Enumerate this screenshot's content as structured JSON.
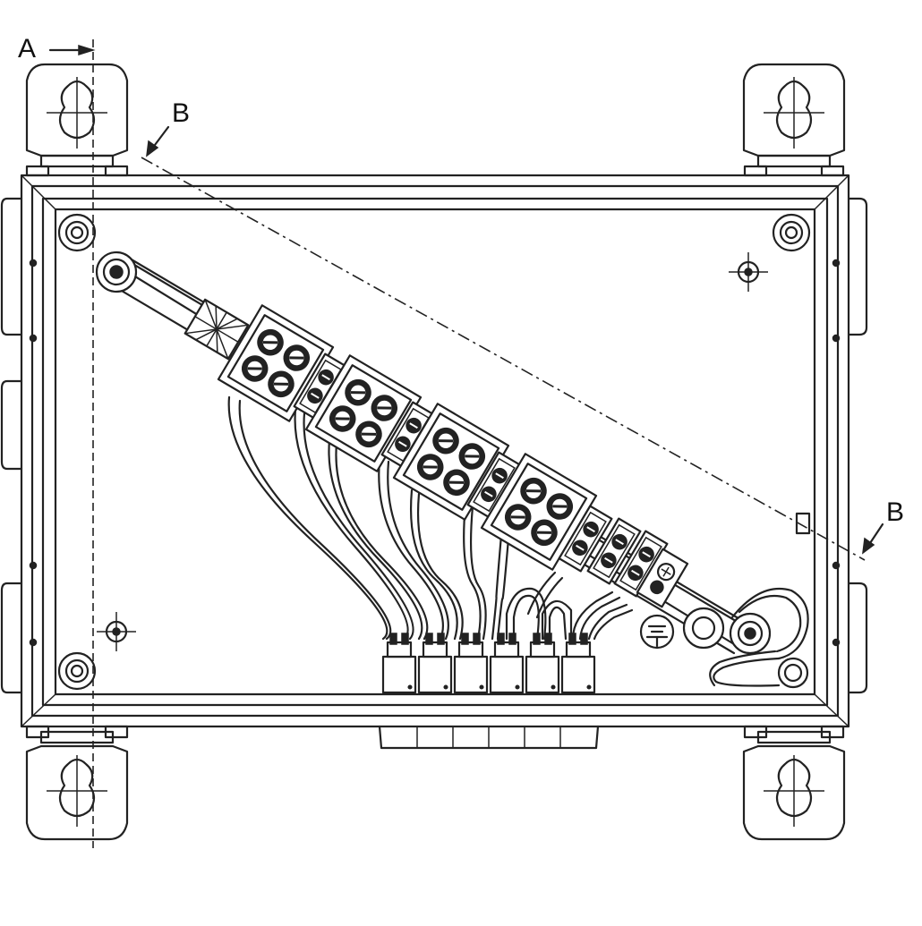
{
  "labels": {
    "section_a": "A",
    "section_b_top": "B",
    "section_b_right": "B"
  },
  "icons": {
    "earth": "protective-earth-symbol"
  },
  "counts": {
    "cable_glands": 6,
    "terminal_blocks": 4,
    "mounting_lugs": 4
  }
}
